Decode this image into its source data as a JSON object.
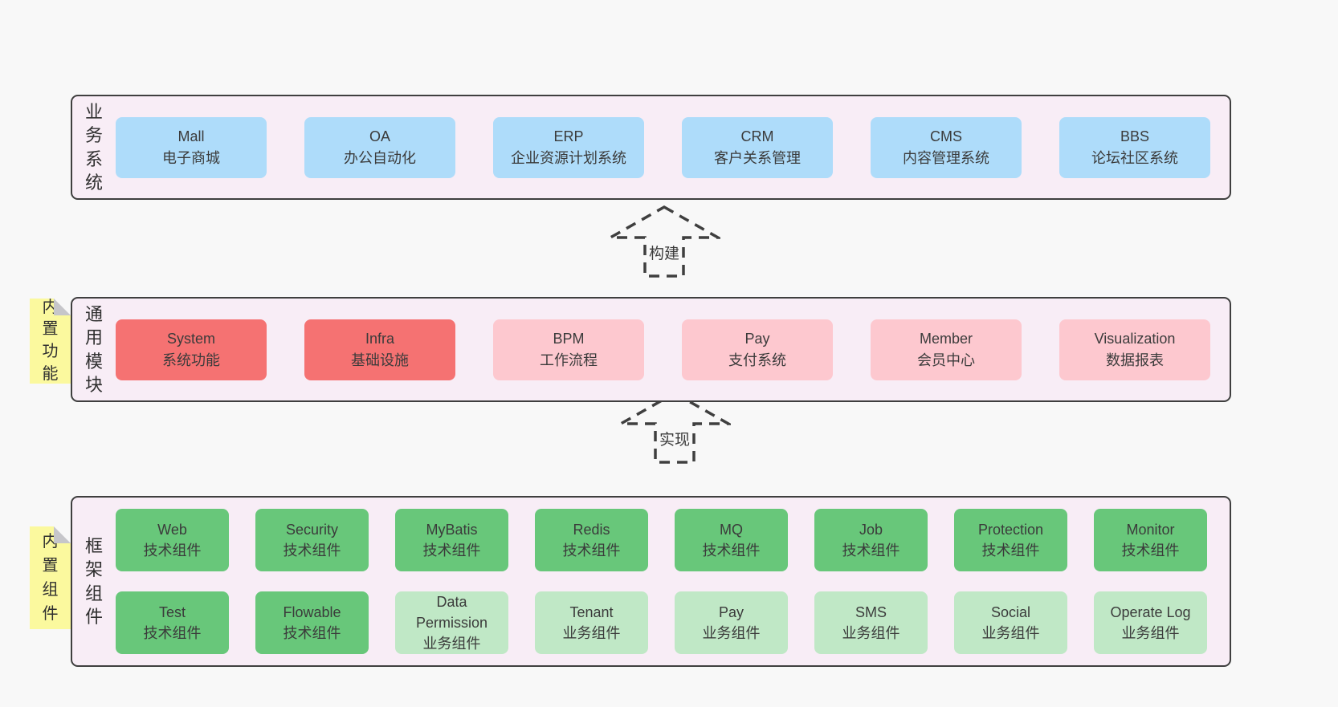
{
  "colors": {
    "page_bg": "#f8f8f8",
    "panel_bg": "#f8edf6",
    "panel_border": "#3f3f3f",
    "blue_box": "#aedcfa",
    "red_box": "#f57272",
    "pink_box": "#fdc8cf",
    "green_box": "#68c77a",
    "light_green_box": "#c0e8c6",
    "sticky_tag_yellow": "#fbf99e",
    "text": "#3b3b3b"
  },
  "sections": {
    "business": {
      "label": "业务系统",
      "boxes": [
        {
          "en": "Mall",
          "zh": "电子商城"
        },
        {
          "en": "OA",
          "zh": "办公自动化"
        },
        {
          "en": "ERP",
          "zh": "企业资源计划系统"
        },
        {
          "en": "CRM",
          "zh": "客户关系管理"
        },
        {
          "en": "CMS",
          "zh": "内容管理系统"
        },
        {
          "en": "BBS",
          "zh": "论坛社区系统"
        }
      ]
    },
    "modules": {
      "label": "通用模块",
      "tag": "内置功能",
      "boxes": [
        {
          "en": "System",
          "zh": "系统功能",
          "variant": "red"
        },
        {
          "en": "Infra",
          "zh": "基础设施",
          "variant": "red"
        },
        {
          "en": "BPM",
          "zh": "工作流程",
          "variant": "pink"
        },
        {
          "en": "Pay",
          "zh": "支付系统",
          "variant": "pink"
        },
        {
          "en": "Member",
          "zh": "会员中心",
          "variant": "pink"
        },
        {
          "en": "Visualization",
          "zh": "数据报表",
          "variant": "pink"
        }
      ]
    },
    "framework": {
      "label": "框架组件",
      "tag": "内置组件",
      "row1": [
        {
          "en": "Web",
          "zh": "技术组件",
          "variant": "green"
        },
        {
          "en": "Security",
          "zh": "技术组件",
          "variant": "green"
        },
        {
          "en": "MyBatis",
          "zh": "技术组件",
          "variant": "green"
        },
        {
          "en": "Redis",
          "zh": "技术组件",
          "variant": "green"
        },
        {
          "en": "MQ",
          "zh": "技术组件",
          "variant": "green"
        },
        {
          "en": "Job",
          "zh": "技术组件",
          "variant": "green"
        },
        {
          "en": "Protection",
          "zh": "技术组件",
          "variant": "green"
        },
        {
          "en": "Monitor",
          "zh": "技术组件",
          "variant": "green"
        }
      ],
      "row2": [
        {
          "en": "Test",
          "zh": "技术组件",
          "variant": "green"
        },
        {
          "en": "Flowable",
          "zh": "技术组件",
          "variant": "green"
        },
        {
          "en": "Data Permission",
          "zh": "业务组件",
          "variant": "lightgreen"
        },
        {
          "en": "Tenant",
          "zh": "业务组件",
          "variant": "lightgreen"
        },
        {
          "en": "Pay",
          "zh": "业务组件",
          "variant": "lightgreen"
        },
        {
          "en": "SMS",
          "zh": "业务组件",
          "variant": "lightgreen"
        },
        {
          "en": "Social",
          "zh": "业务组件",
          "variant": "lightgreen"
        },
        {
          "en": "Operate Log",
          "zh": "业务组件",
          "variant": "lightgreen"
        }
      ]
    }
  },
  "arrows": [
    {
      "label": "构建"
    },
    {
      "label": "实现"
    }
  ]
}
